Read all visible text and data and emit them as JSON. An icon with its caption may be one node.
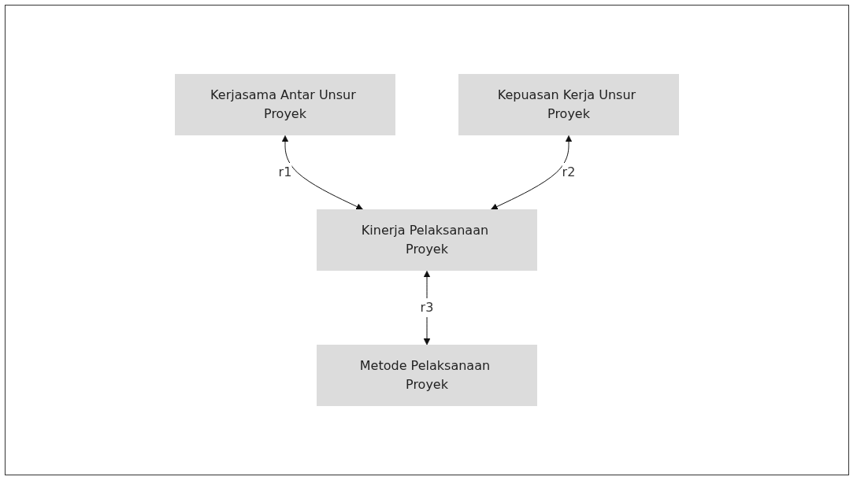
{
  "diagram": {
    "nodes": [
      {
        "text": [
          "Kepuasan Kerja Unsur Proyek"
        ]
      },
      {
        "text": [
          "Kerjasama Antar Unsur Proyek"
        ]
      },
      {
        "text": [
          "Kinerja Pelaksanaan Proyek"
        ]
      },
      {
        "text": [
          "Metode Pelaksanaan Proyek"
        ]
      }
    ],
    "edges": [
      {
        "from": 1,
        "to": 2,
        "arrow": "both",
        "label": "r1"
      },
      {
        "from": 0,
        "to": 2,
        "arrow": "both",
        "label": "r2"
      },
      {
        "from": 2,
        "to": 3,
        "arrow": "both",
        "label": "r3"
      }
    ]
  }
}
